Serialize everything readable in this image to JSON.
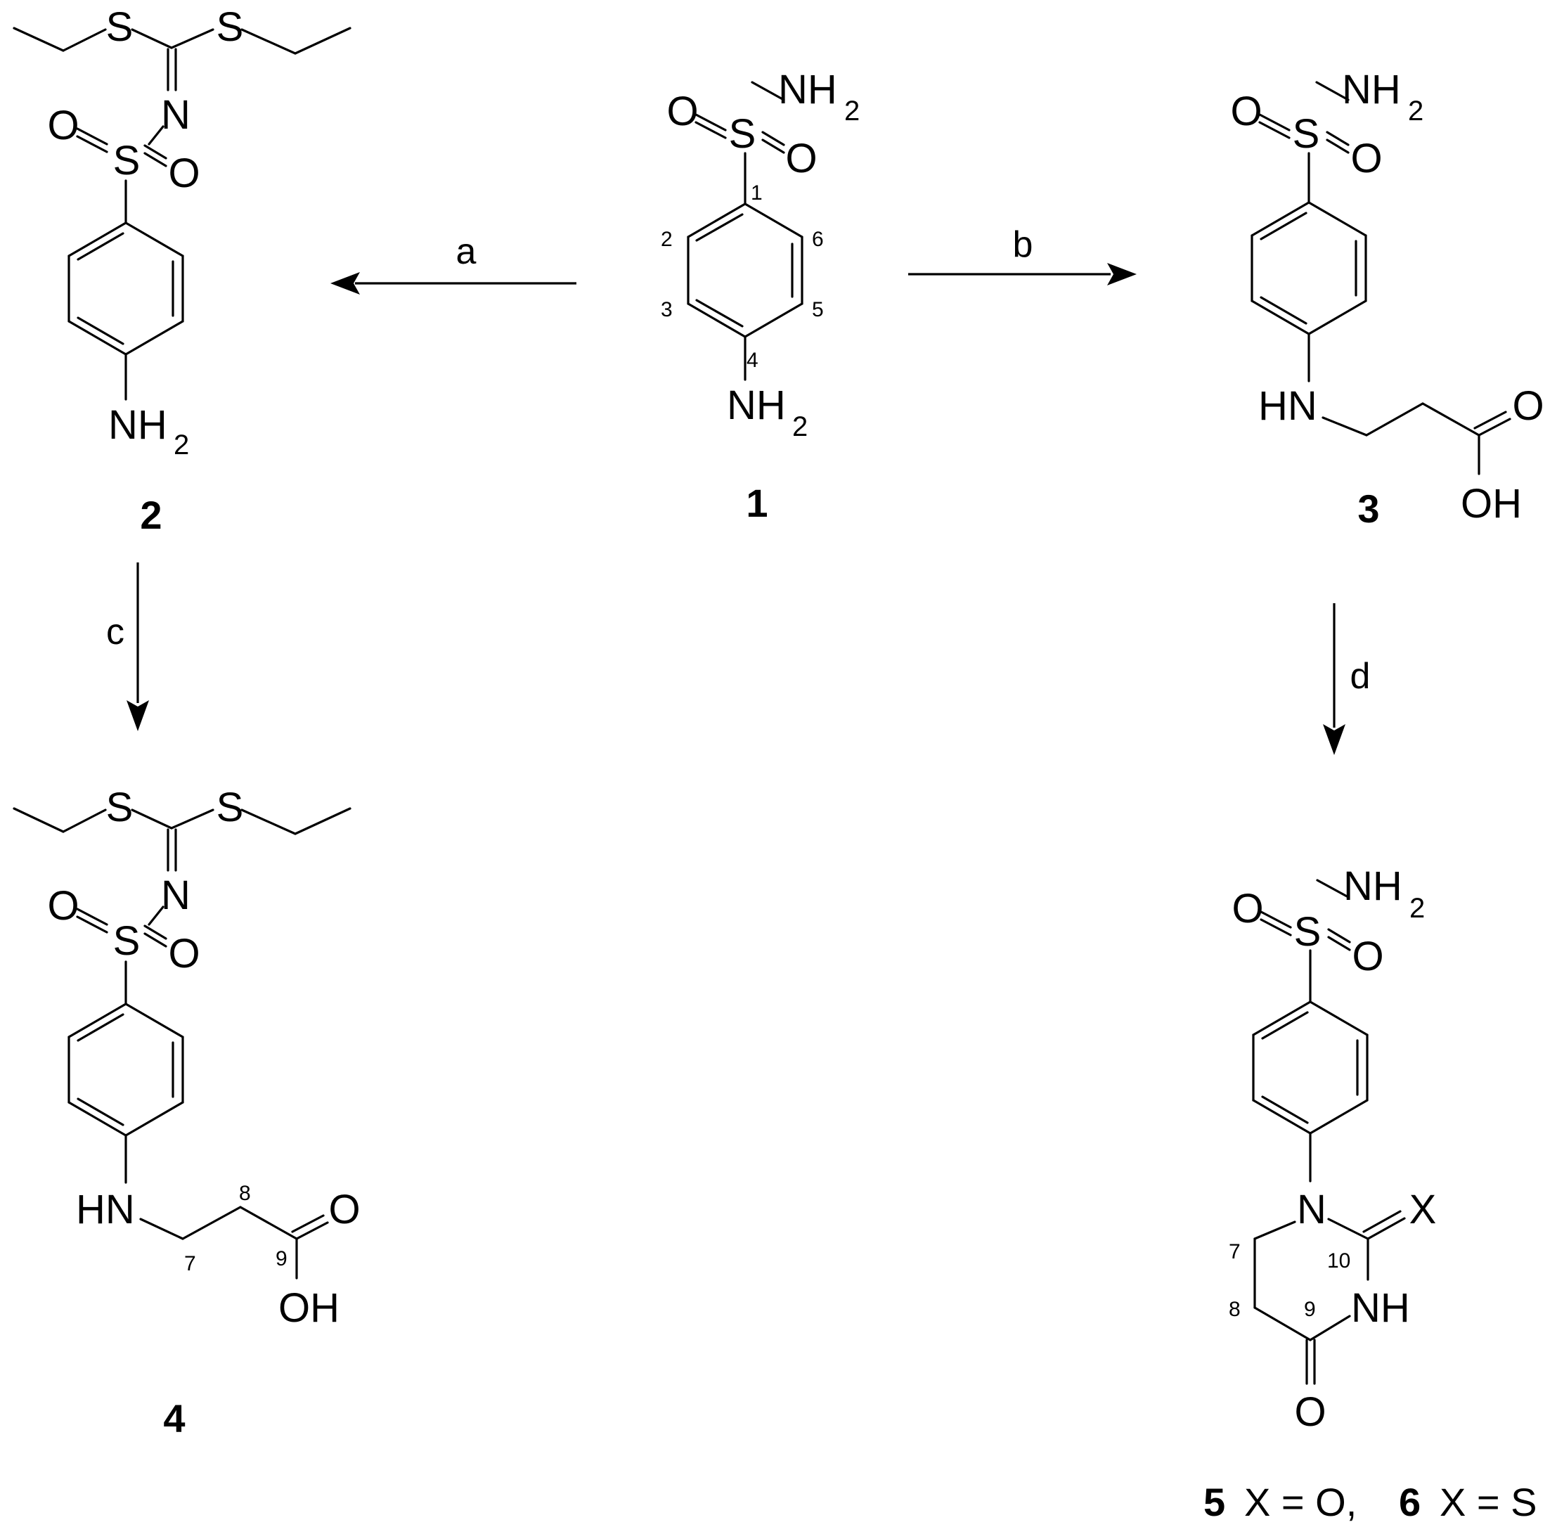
{
  "atoms": {
    "S": "S",
    "O": "O",
    "N": "N",
    "X": "X",
    "NH": "NH",
    "HN": "HN",
    "NH2": "NH",
    "sub2": "2",
    "OH": "OH"
  },
  "compounds": {
    "c1": {
      "id": "1",
      "positions": [
        "1",
        "2",
        "3",
        "4",
        "5",
        "6"
      ]
    },
    "c2": {
      "id": "2"
    },
    "c3": {
      "id": "3"
    },
    "c4": {
      "id": "4",
      "positions": [
        "7",
        "8",
        "9"
      ]
    },
    "c56": {
      "positions": [
        "7",
        "8",
        "9",
        "10"
      ]
    }
  },
  "reactions": {
    "a": "a",
    "b": "b",
    "c": "c",
    "d": "d"
  },
  "caption": {
    "id5": "5",
    "text5": "X = O,",
    "id6": "6",
    "text6": "X = S"
  }
}
